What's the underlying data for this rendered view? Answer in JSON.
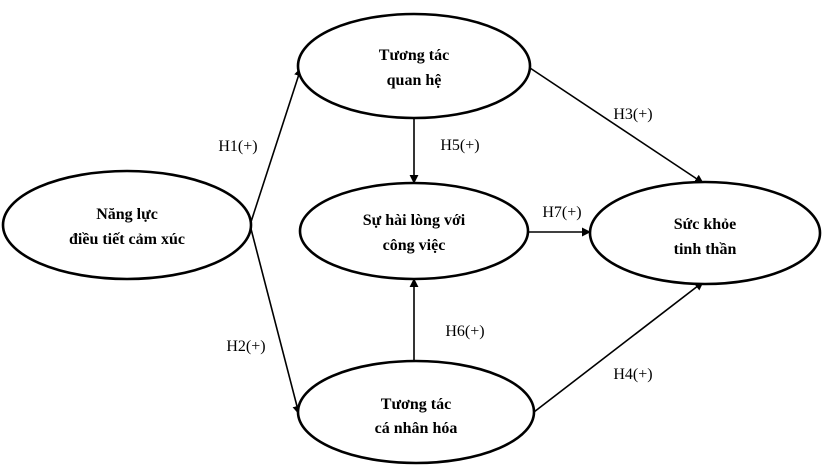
{
  "nodes": {
    "emotion_regulation": {
      "line1": "Năng lực",
      "line2": "điều tiết cảm xúc"
    },
    "relational_interaction": {
      "line1": "Tương tác",
      "line2": "quan hệ"
    },
    "personalized_interaction": {
      "line1": "Tương tác",
      "line2": "cá nhân hóa"
    },
    "job_satisfaction": {
      "line1": "Sự hài lòng với",
      "line2": "công việc"
    },
    "mental_health": {
      "line1": "Sức khỏe",
      "line2": "tinh thần"
    }
  },
  "edges": {
    "h1": {
      "label": "H1(+)"
    },
    "h2": {
      "label": "H2(+)"
    },
    "h3": {
      "label": "H3(+)"
    },
    "h4": {
      "label": "H4(+)"
    },
    "h5": {
      "label": "H5(+)"
    },
    "h6": {
      "label": "H6(+)"
    },
    "h7": {
      "label": "H7(+)"
    }
  }
}
